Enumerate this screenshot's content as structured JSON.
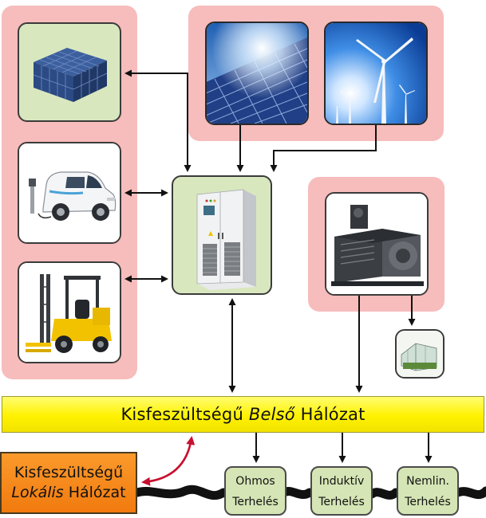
{
  "bus": {
    "label_prefix": "Kisfeszültségű ",
    "label_emph": "Belső",
    "label_suffix": " Hálózat"
  },
  "local_grid": {
    "line1": "Kisfeszültségű",
    "line2_emph": "Lokális",
    "line2_rest": " Hálózat"
  },
  "loads": [
    {
      "line1": "Ohmos",
      "line2": "Terhelés"
    },
    {
      "line1": "Induktív",
      "line2": "Terhelés"
    },
    {
      "line1": "Nemlin.",
      "line2": "Terhelés"
    }
  ],
  "icons": {
    "battery": "battery-pack-icon",
    "ev": "electric-van-icon",
    "forklift": "forklift-icon",
    "inverter": "inverter-cabinet-icon",
    "solar": "solar-panel-photo",
    "wind": "wind-turbine-photo",
    "generator": "diesel-generator-icon",
    "greenhouse": "greenhouse-icon"
  },
  "colors": {
    "group_bg": "#f7bcbc",
    "tile_bg": "#d9e7bf",
    "bus": "#fff200",
    "local": "#f58a1f",
    "arrow_red": "#c8102e"
  }
}
